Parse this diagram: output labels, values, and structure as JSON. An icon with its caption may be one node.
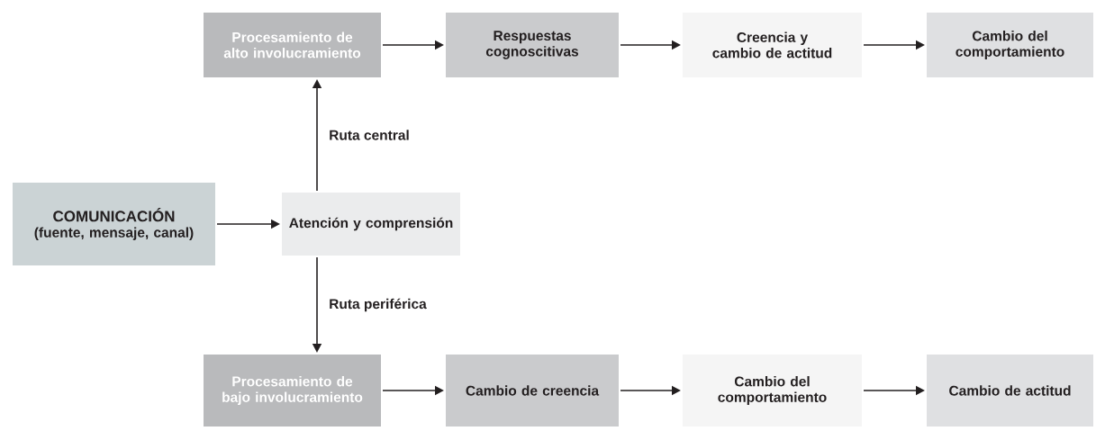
{
  "diagram": {
    "nodes": [
      {
        "text": [
          "COMUNICACIÓN",
          "(fuente, mensaje, canal)"
        ]
      },
      {
        "text": [
          "Atención y comprensión"
        ]
      },
      {
        "text": [
          "Procesamiento de alto involucramiento"
        ]
      },
      {
        "text": [
          "Respuestas cognoscitivas"
        ]
      },
      {
        "text": [
          "Creencia y cambio de actitud"
        ]
      },
      {
        "text": [
          "Cambio del comportamiento"
        ]
      },
      {
        "text": [
          "Procesamiento de bajo involucramiento"
        ]
      },
      {
        "text": [
          "Cambio de creencia"
        ]
      },
      {
        "text": [
          "Cambio del comportamiento"
        ]
      },
      {
        "text": [
          "Cambio de actitud"
        ]
      }
    ],
    "edges": [
      {
        "from": 0,
        "to": 1,
        "arrow": "to"
      },
      {
        "from": 1,
        "to": 2,
        "arrow": "to",
        "label": "Ruta central"
      },
      {
        "from": 2,
        "to": 3,
        "arrow": "to"
      },
      {
        "from": 3,
        "to": 4,
        "arrow": "to"
      },
      {
        "from": 4,
        "to": 5,
        "arrow": "to"
      },
      {
        "from": 1,
        "to": 6,
        "arrow": "to",
        "label": "Ruta periférica"
      },
      {
        "from": 6,
        "to": 7,
        "arrow": "to"
      },
      {
        "from": 7,
        "to": 8,
        "arrow": "to"
      },
      {
        "from": 8,
        "to": 9,
        "arrow": "to"
      }
    ]
  }
}
